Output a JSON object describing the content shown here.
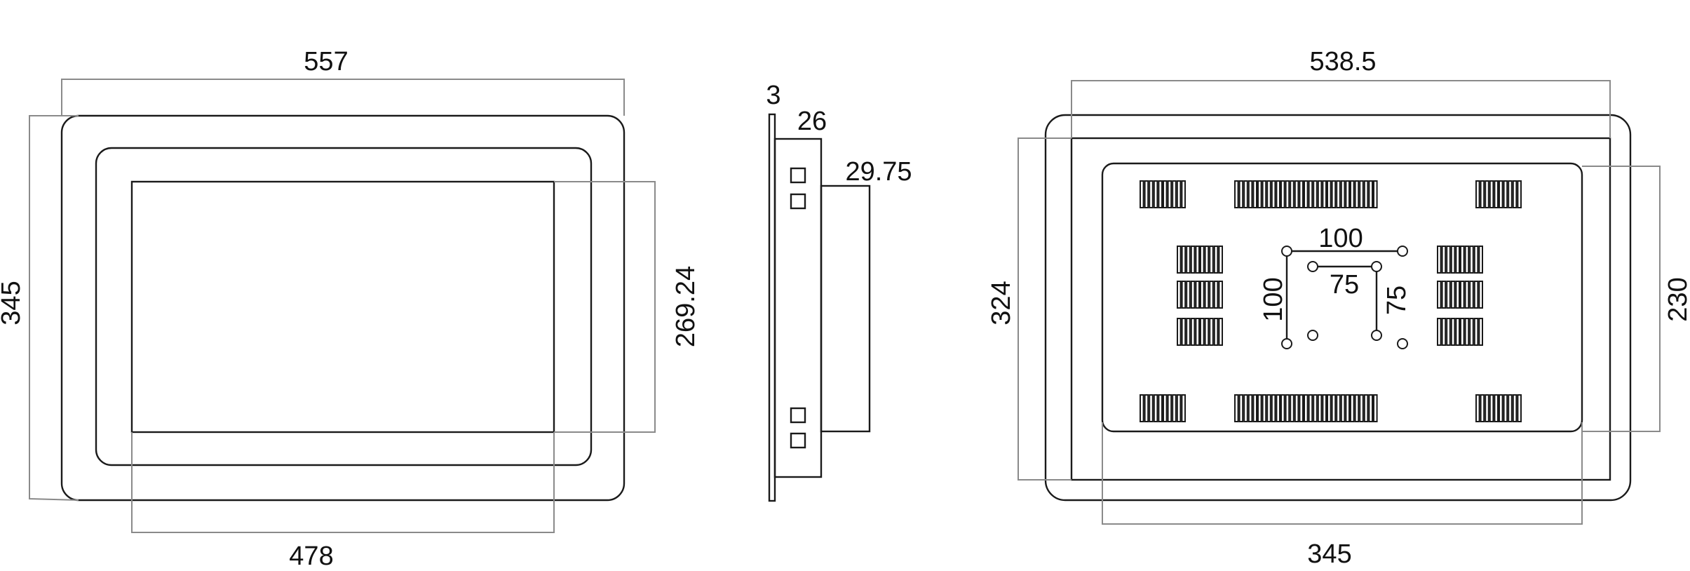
{
  "diagram": {
    "front_view": {
      "overall_width": "557",
      "overall_height": "345",
      "screen_height": "269.24",
      "screen_width": "478"
    },
    "side_view": {
      "panel_thickness": "3",
      "bezel_depth": "26",
      "housing_depth": "29.75"
    },
    "rear_view": {
      "overall_width": "538.5",
      "inner_height": "324",
      "plate_height": "230",
      "plate_width": "345",
      "vesa_outer_horizontal": "100",
      "vesa_outer_vertical": "100",
      "vesa_inner_horizontal": "75",
      "vesa_inner_vertical": "75"
    }
  },
  "colors": {
    "outline": "#1a1a1a",
    "dimension_line": "#8a8a8a",
    "background": "#ffffff"
  }
}
